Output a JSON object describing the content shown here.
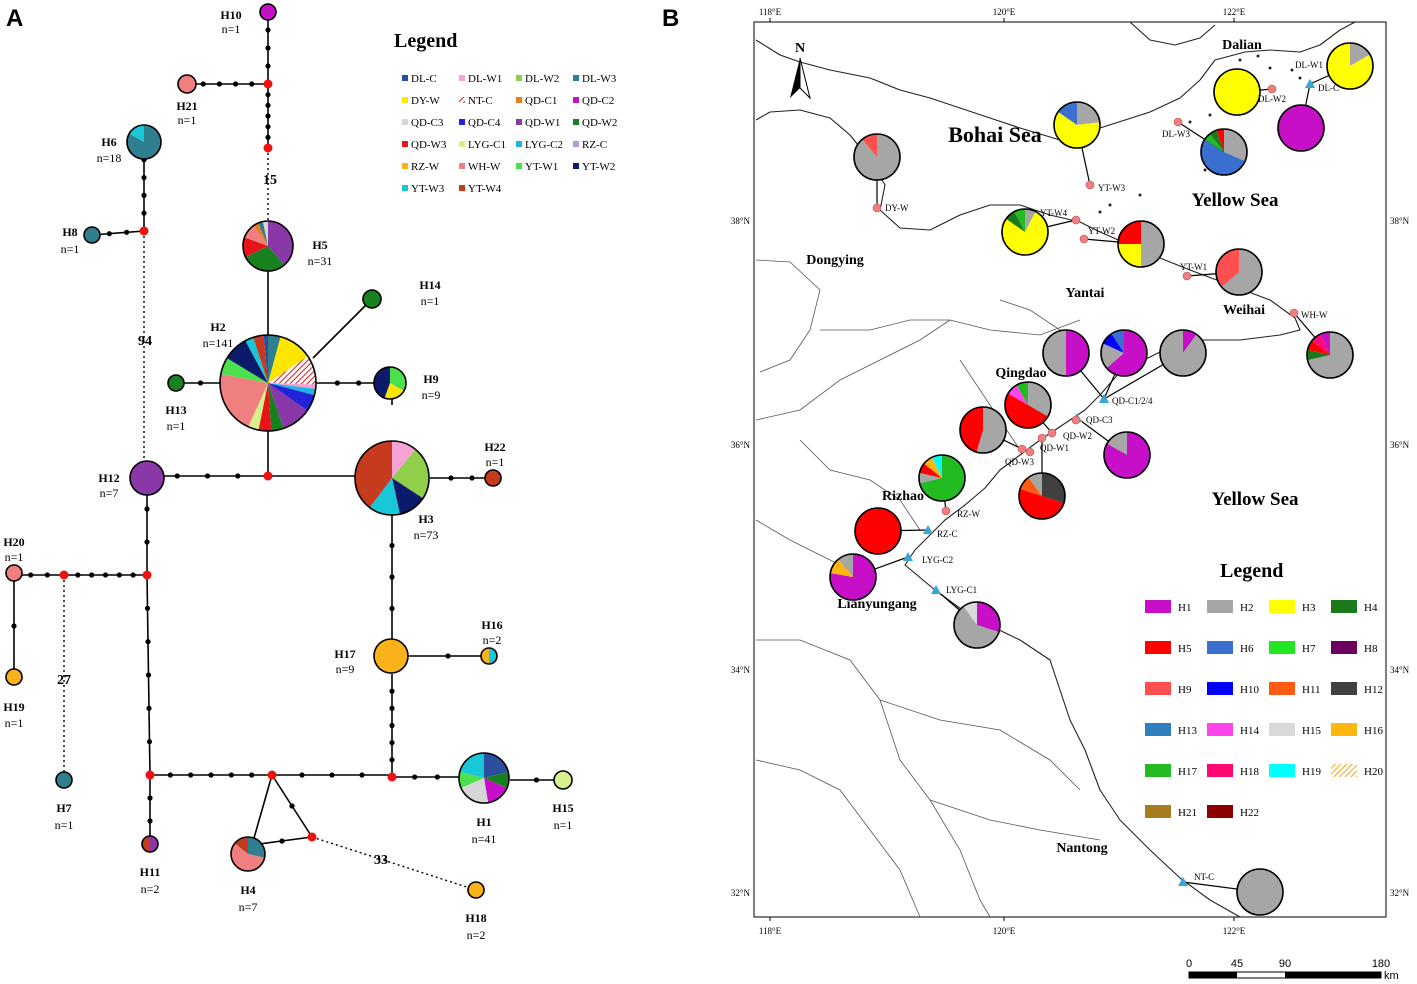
{
  "panel_a": {
    "letter": "A",
    "legend_title": "Legend",
    "legend": [
      {
        "label": "DL-C",
        "color": "#2b4f9e"
      },
      {
        "label": "DL-W1",
        "color": "#f5a3d5"
      },
      {
        "label": "DL-W2",
        "color": "#8fcf4a"
      },
      {
        "label": "DL-W3",
        "color": "#2f7f8f"
      },
      {
        "label": "DY-W",
        "color": "#ffe600"
      },
      {
        "label": "NT-C",
        "color": "hatch"
      },
      {
        "label": "QD-C1",
        "color": "#ef7a1a"
      },
      {
        "label": "QD-C2",
        "color": "#c60fc6"
      },
      {
        "label": "QD-C3",
        "color": "#d6d6d6"
      },
      {
        "label": "QD-C4",
        "color": "#2222d8"
      },
      {
        "label": "QD-W1",
        "color": "#8a37a8"
      },
      {
        "label": "QD-W2",
        "color": "#17801f"
      },
      {
        "label": "QD-W3",
        "color": "#e8141a"
      },
      {
        "label": "LYG-C1",
        "color": "#d6f08a"
      },
      {
        "label": "LYG-C2",
        "color": "#1fb4e6"
      },
      {
        "label": "RZ-C",
        "color": "#b79ad6"
      },
      {
        "label": "RZ-W",
        "color": "#f9b21a"
      },
      {
        "label": "WH-W",
        "color": "#f08080"
      },
      {
        "label": "YT-W1",
        "color": "#4de04d"
      },
      {
        "label": "YT-W2",
        "color": "#0c1a6b"
      },
      {
        "label": "YT-W3",
        "color": "#19c8d8"
      },
      {
        "label": "YT-W4",
        "color": "#c63a1e"
      }
    ],
    "haplotypes": [
      {
        "id": "H1",
        "name": "H1",
        "n": "n=41"
      },
      {
        "id": "H2",
        "name": "H2",
        "n": "n=141"
      },
      {
        "id": "H3",
        "name": "H3",
        "n": "n=73"
      },
      {
        "id": "H4",
        "name": "H4",
        "n": "n=7"
      },
      {
        "id": "H5",
        "name": "H5",
        "n": "n=31"
      },
      {
        "id": "H6",
        "name": "H6",
        "n": "n=18"
      },
      {
        "id": "H7",
        "name": "H7",
        "n": "n=1"
      },
      {
        "id": "H8",
        "name": "H8",
        "n": "n=1"
      },
      {
        "id": "H9",
        "name": "H9",
        "n": "n=9"
      },
      {
        "id": "H10",
        "name": "H10",
        "n": "n=1"
      },
      {
        "id": "H11",
        "name": "H11",
        "n": "n=2"
      },
      {
        "id": "H12",
        "name": "H12",
        "n": "n=7"
      },
      {
        "id": "H13",
        "name": "H13",
        "n": "n=1"
      },
      {
        "id": "H14",
        "name": "H14",
        "n": "n=1"
      },
      {
        "id": "H15",
        "name": "H15",
        "n": "n=1"
      },
      {
        "id": "H16",
        "name": "H16",
        "n": "n=2"
      },
      {
        "id": "H17",
        "name": "H17",
        "n": "n=9"
      },
      {
        "id": "H18",
        "name": "H18",
        "n": "n=2"
      },
      {
        "id": "H19",
        "name": "H19",
        "n": "n=1"
      },
      {
        "id": "H20",
        "name": "H20",
        "n": "n=1"
      },
      {
        "id": "H21",
        "name": "H21",
        "n": "n=1"
      },
      {
        "id": "H22",
        "name": "H22",
        "n": "n=1"
      }
    ],
    "mutation_steps": [
      "15",
      "94",
      "27",
      "33"
    ]
  },
  "panel_b": {
    "letter": "B",
    "legend_title": "Legend",
    "legend": [
      {
        "label": "H1",
        "color": "#c60fc6"
      },
      {
        "label": "H2",
        "color": "#a6a6a6"
      },
      {
        "label": "H3",
        "color": "#ffff00"
      },
      {
        "label": "H4",
        "color": "#1a7a1a"
      },
      {
        "label": "H5",
        "color": "#ff0000"
      },
      {
        "label": "H6",
        "color": "#3b6fcf"
      },
      {
        "label": "H7",
        "color": "#22e622"
      },
      {
        "label": "H8",
        "color": "#6b005e"
      },
      {
        "label": "H9",
        "color": "#ff4f4f"
      },
      {
        "label": "H10",
        "color": "#0000ff"
      },
      {
        "label": "H11",
        "color": "#ff5a12"
      },
      {
        "label": "H12",
        "color": "#404040"
      },
      {
        "label": "H13",
        "color": "#2f7fbf"
      },
      {
        "label": "H14",
        "color": "#ff44ee"
      },
      {
        "label": "H15",
        "color": "#d9d9d9"
      },
      {
        "label": "H16",
        "color": "#ffb70f"
      },
      {
        "label": "H17",
        "color": "#22bb22"
      },
      {
        "label": "H18",
        "color": "#ff0a72"
      },
      {
        "label": "H19",
        "color": "#00ffff"
      },
      {
        "label": "H20",
        "color": "hatch"
      },
      {
        "label": "H21",
        "color": "#a67c1f"
      },
      {
        "label": "H22",
        "color": "#8b0000"
      }
    ],
    "seas": [
      "Bohai Sea",
      "Yellow Sea",
      "Yellow Sea"
    ],
    "cities": [
      "Dalian",
      "Dongying",
      "Yantai",
      "Weihai",
      "Qingdao",
      "Rizhao",
      "Lianyungang",
      "Nantong"
    ],
    "sites": [
      "DL-W1",
      "DL-C",
      "DL-W2",
      "DL-W3",
      "YT-W3",
      "DY-W",
      "YT-W4",
      "YT-W2",
      "YT-W1",
      "WH-W",
      "QD-C1/2/4",
      "QD-C3",
      "QD-W2",
      "QD-W1",
      "QD-W3",
      "RZ-W",
      "RZ-C",
      "LYG-C2",
      "LYG-C1",
      "NT-C"
    ],
    "lon_ticks": [
      "118°E",
      "120°E",
      "122°E"
    ],
    "lat_ticks": [
      "38°N",
      "36°N",
      "34°N",
      "32°N"
    ],
    "north": "N",
    "scale": {
      "ticks": [
        "0",
        "45",
        "90",
        "180"
      ],
      "unit": "km"
    }
  }
}
